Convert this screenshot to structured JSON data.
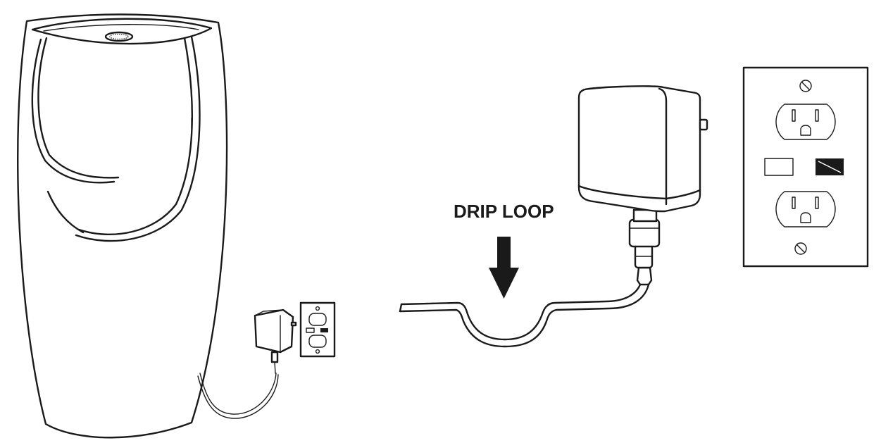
{
  "diagram": {
    "callout_label": "DRIP LOOP",
    "ink_color": "#1a1a1a",
    "background_color": "#ffffff",
    "parts": [
      "fountain",
      "power-adapter",
      "wall-outlet",
      "power-cord",
      "drip-loop-arrow"
    ]
  }
}
